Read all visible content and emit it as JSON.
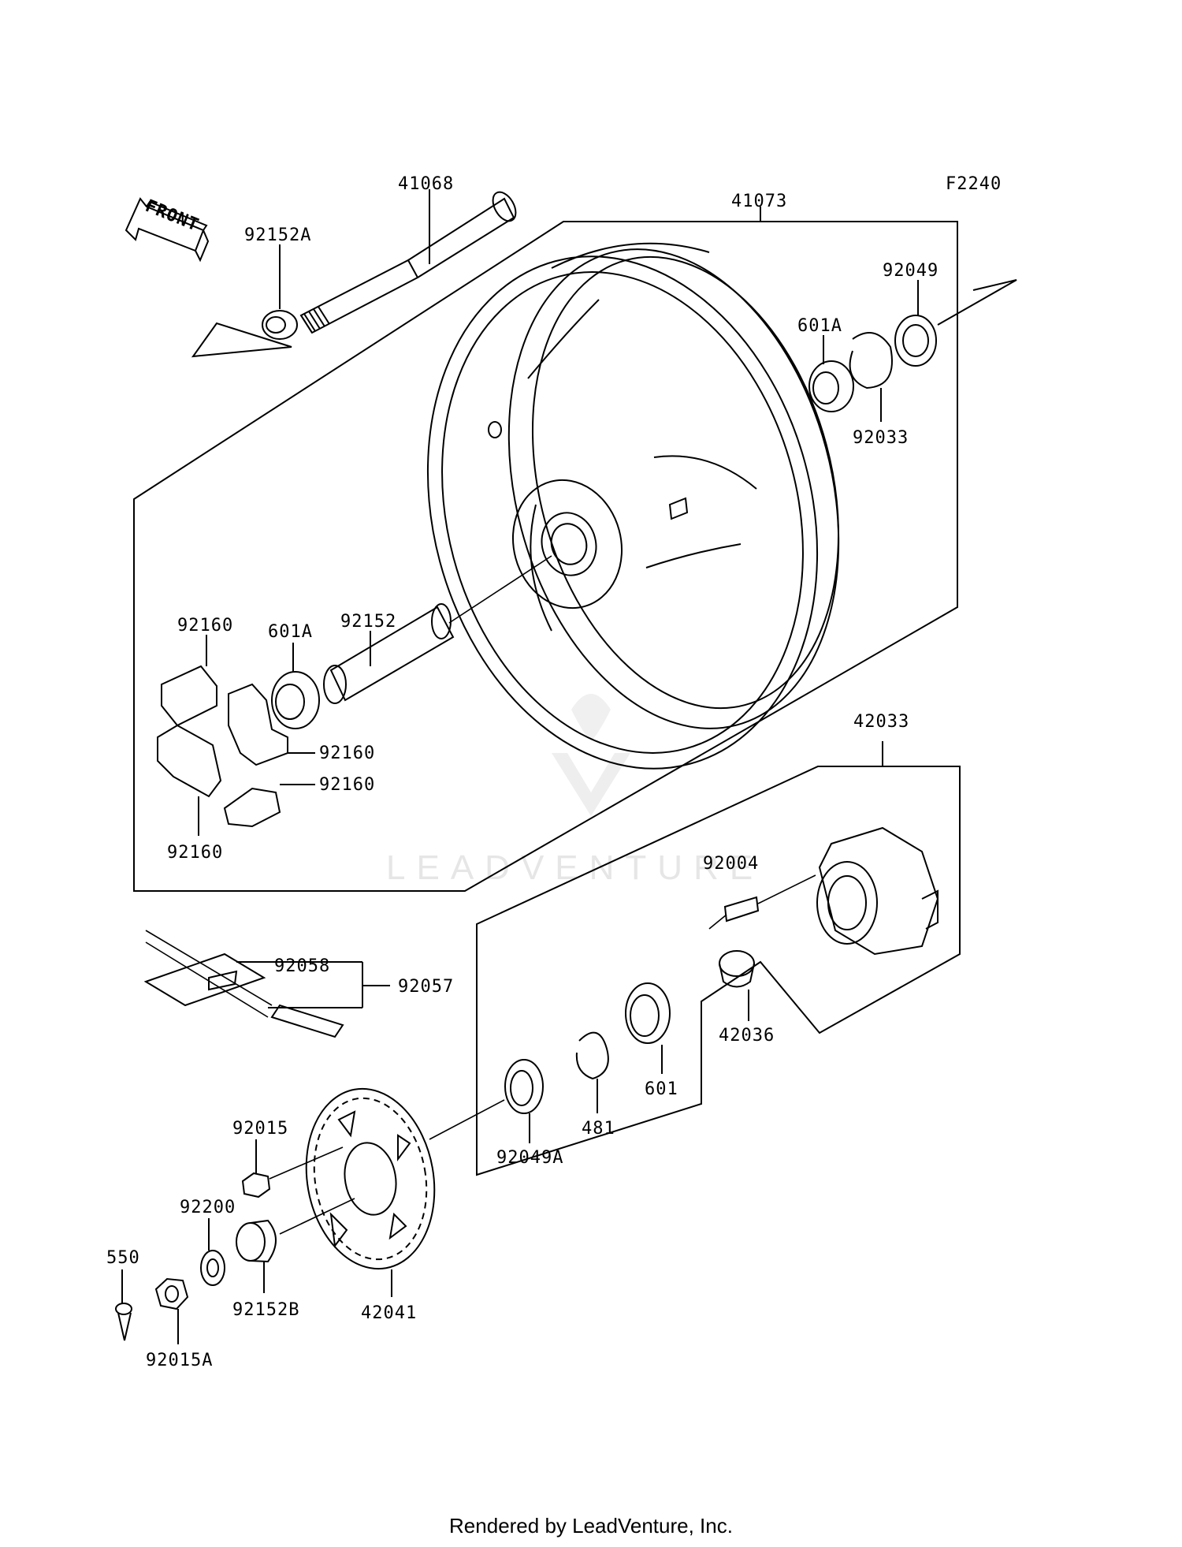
{
  "diagram_code": "F2240",
  "front_label": "FRONT",
  "watermark": "LEADVENTURE",
  "footer": "Rendered by LeadVenture, Inc.",
  "parts": {
    "p41068": "41068",
    "p41073": "41073",
    "p92152A": "92152A",
    "p92049": "92049",
    "p601A_top": "601A",
    "p92033": "92033",
    "p92152": "92152",
    "p92160_a": "92160",
    "p601A_left": "601A",
    "p92160_b": "92160",
    "p92160_c": "92160",
    "p92160_d": "92160",
    "p42033": "42033",
    "p92004": "92004",
    "p92058": "92058",
    "p92057": "92057",
    "p42036": "42036",
    "p601": "601",
    "p481": "481",
    "p92049A": "92049A",
    "p92015": "92015",
    "p92200": "92200",
    "p550": "550",
    "p92152B": "92152B",
    "p42041": "42041",
    "p92015A": "92015A"
  }
}
